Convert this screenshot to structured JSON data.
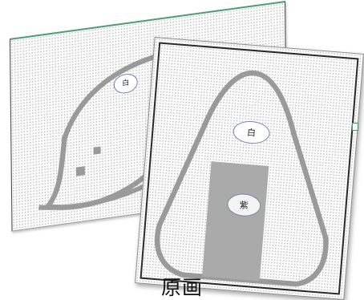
{
  "back_sheet": {
    "label": "白"
  },
  "front_sheet": {
    "label_top": "白",
    "label_bottom": "紫"
  },
  "caption": "原画",
  "colors": {
    "pixel_outline": "#9a9a9a",
    "filled_region": "#aaaaaa",
    "oval_border": "#6f86b2",
    "back_top_edge": "#4f9a78"
  }
}
